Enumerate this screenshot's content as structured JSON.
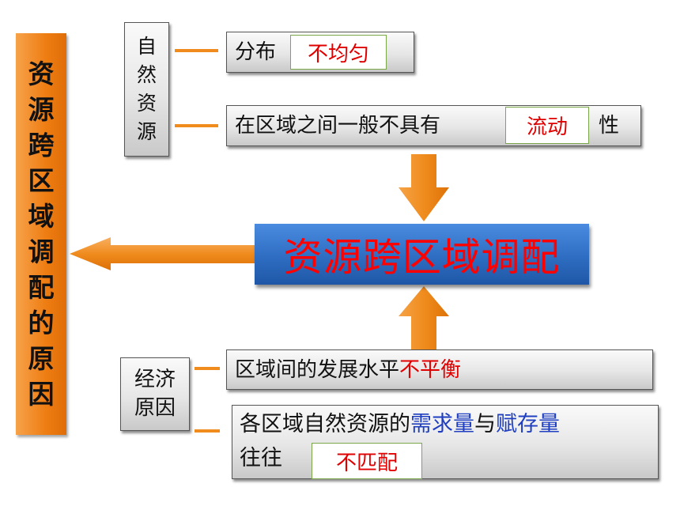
{
  "left_title": {
    "chars": [
      "资",
      "源",
      "跨",
      "区",
      "域",
      "调",
      "配",
      "的",
      "原",
      "因"
    ],
    "bg_color": "#f0841a"
  },
  "center_title": {
    "text": "资源跨区域调配",
    "text_color": "#ff0000",
    "bg_color": "#2f6fc1"
  },
  "natural": {
    "label_chars": [
      "自",
      "然",
      "资",
      "源"
    ],
    "item1": {
      "prefix": "分布",
      "answer": "不均匀"
    },
    "item2": {
      "prefix": "在区域之间一般不具有",
      "answer": "流动",
      "suffix": "性"
    }
  },
  "economic": {
    "label_line1": "经济",
    "label_line2": "原因",
    "item1": {
      "prefix": "区域间的发展水平",
      "highlight": "不平衡"
    },
    "item2": {
      "part1": "各区域自然资源的",
      "blue1": "需求量",
      "part2": "与",
      "blue2": "赋存量",
      "line2_prefix": "往往",
      "answer": "不匹配"
    }
  },
  "colors": {
    "arrow": "#f08c1e",
    "answer_red": "#e00000",
    "term_blue": "#1f3fc0",
    "answer_border": "#7aa84a"
  }
}
